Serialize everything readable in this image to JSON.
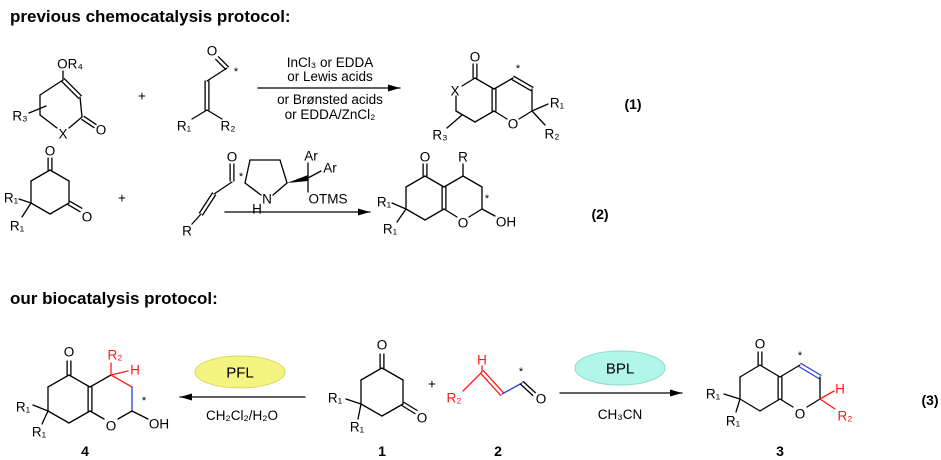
{
  "headings": {
    "previous": "previous chemocatalysis protocol:",
    "ours": "our biocatalysis protocol:"
  },
  "colors": {
    "bond": "#000000",
    "red": "#ff1a1a",
    "blue": "#2a3fd8",
    "pfl_fill": "#f4f482",
    "pfl_stroke": "#d8d860",
    "bpl_fill": "#b2f6ea",
    "bpl_stroke": "#8fd9cc"
  },
  "reaction1": {
    "substrate_a": {
      "or4": "OR₄",
      "r3": "R₃",
      "x": "X",
      "o": "O"
    },
    "plus": "+",
    "substrate_b": {
      "o": "O",
      "star": "*",
      "r1": "R₁",
      "r2": "R₂"
    },
    "conditions_above": [
      "InCl₃ or EDDA",
      "or Lewis acids"
    ],
    "conditions_below": [
      "or Brønsted acids",
      "or EDDA/ZnCl₂"
    ],
    "product": {
      "o": "O",
      "star": "*",
      "x": "X",
      "r3": "R₃",
      "ring_o": "O",
      "r1": "R₁",
      "r2": "R₂"
    },
    "number": "(1)"
  },
  "reaction2": {
    "substrate_a": {
      "o1": "O",
      "o2": "O",
      "r1a": "R₁",
      "r1b": "R₁"
    },
    "plus": "+",
    "substrate_b": {
      "o": "O",
      "star": "*",
      "r": "R"
    },
    "catalyst": {
      "n": "N",
      "h": "H",
      "ar1": "Ar",
      "ar2": "Ar",
      "otms": "OTMS"
    },
    "product": {
      "o": "O",
      "r": "R",
      "ring_o": "O",
      "oh": "OH",
      "star": "*",
      "r1a": "R₁",
      "r1b": "R₁"
    },
    "number": "(2)"
  },
  "reaction3": {
    "compound4": {
      "o": "O",
      "r2": "R₂",
      "h": "H",
      "ring_o": "O",
      "oh": "OH",
      "star": "*",
      "r1a": "R₁",
      "r1b": "R₁",
      "label": "4"
    },
    "pfl": {
      "enzyme": "PFL",
      "solvent": "CH₂Cl₂/H₂O"
    },
    "compound1": {
      "o1": "O",
      "o2": "O",
      "r1a": "R₁",
      "r1b": "R₁",
      "label": "1"
    },
    "plus": "+",
    "compound2": {
      "h": "H",
      "r2": "R₂",
      "star": "*",
      "o": "O",
      "label": "2"
    },
    "bpl": {
      "enzyme": "BPL",
      "solvent": "CH₃CN"
    },
    "compound3": {
      "o": "O",
      "star": "*",
      "ring_o": "O",
      "h": "H",
      "r2": "R₂",
      "r1a": "R₁",
      "r1b": "R₁",
      "label": "3"
    },
    "number": "(3)"
  }
}
